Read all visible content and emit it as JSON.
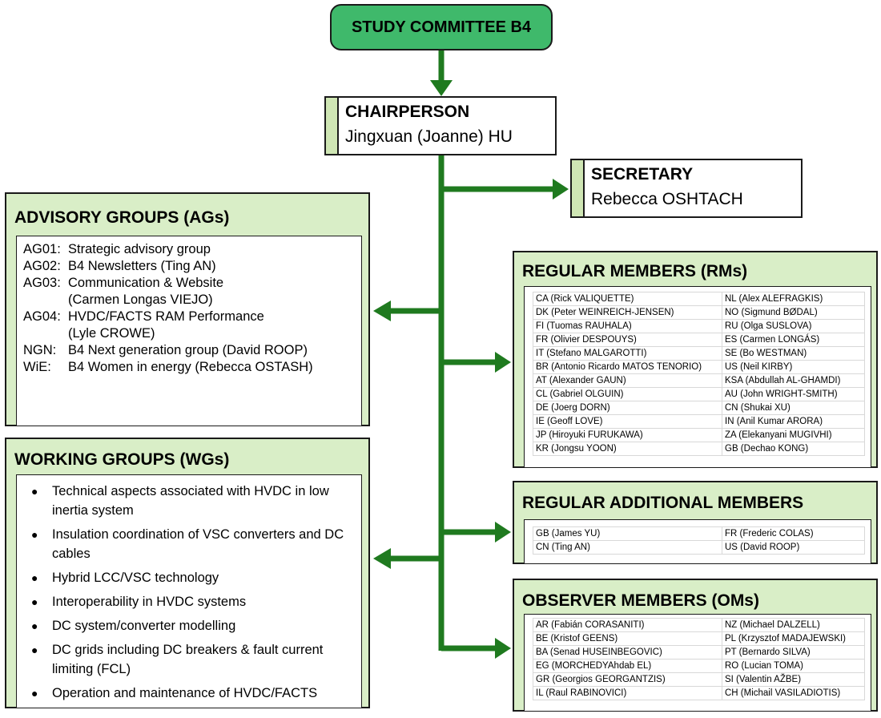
{
  "root": {
    "title": "STUDY COMMITTEE B4"
  },
  "chair": {
    "role": "CHAIRPERSON",
    "name": "Jingxuan (Joanne) HU"
  },
  "secretary": {
    "role": "SECRETARY",
    "name": "Rebecca OSHTACH"
  },
  "advisory": {
    "title": "ADVISORY GROUPS (AGs)",
    "items": [
      {
        "code": "AG01:",
        "text": "Strategic advisory group"
      },
      {
        "code": "AG02:",
        "text": "B4 Newsletters (Ting AN)"
      },
      {
        "code": "AG03:",
        "text": "Communication & Website"
      },
      {
        "code": "",
        "text": "(Carmen Longas VIEJO)"
      },
      {
        "code": "AG04:",
        "text": "HVDC/FACTS RAM Performance"
      },
      {
        "code": "",
        "text": "(Lyle CROWE)"
      },
      {
        "code": "NGN:",
        "text": "B4 Next generation group (David ROOP)"
      },
      {
        "code": "WiE:",
        "text": "B4 Women in energy (Rebecca OSTASH)"
      }
    ]
  },
  "working": {
    "title": "WORKING GROUPS (WGs)",
    "items": [
      "Technical aspects associated with HVDC in low inertia system",
      "Insulation coordination of VSC converters and DC cables",
      "Hybrid LCC/VSC technology",
      "Interoperability in HVDC systems",
      "DC system/converter modelling",
      "DC grids including DC breakers & fault current limiting (FCL)",
      "Operation and maintenance of HVDC/FACTS"
    ]
  },
  "regular": {
    "title": "REGULAR MEMBERS (RMs)",
    "rows": [
      [
        "CA (Rick VALIQUETTE)",
        "NL (Alex ALEFRAGKIS)"
      ],
      [
        "DK (Peter WEINREICH-JENSEN)",
        "NO (Sigmund BØDAL)"
      ],
      [
        "FI (Tuomas RAUHALA)",
        "RU (Olga SUSLOVA)"
      ],
      [
        "FR (Olivier DESPOUYS)",
        "ES (Carmen LONGÁS)"
      ],
      [
        "IT (Stefano MALGAROTTI)",
        "SE (Bo WESTMAN)"
      ],
      [
        "BR (Antonio Ricardo MATOS TENORIO)",
        "US (Neil KIRBY)"
      ],
      [
        "AT (Alexander GAUN)",
        "KSA (Abdullah AL-GHAMDI)"
      ],
      [
        "CL (Gabriel OLGUIN)",
        "AU (John WRIGHT-SMITH)"
      ],
      [
        "DE (Joerg DORN)",
        "CN (Shukai XU)"
      ],
      [
        "IE (Geoff LOVE)",
        "IN (Anil Kumar ARORA)"
      ],
      [
        "JP (Hiroyuki FURUKAWA)",
        "ZA (Elekanyani MUGIVHI)"
      ],
      [
        "KR (Jongsu YOON)",
        "GB (Dechao KONG)"
      ]
    ]
  },
  "additional": {
    "title": "REGULAR ADDITIONAL MEMBERS",
    "rows": [
      [
        "GB (James YU)",
        "FR (Frederic COLAS)"
      ],
      [
        "CN (Ting AN)",
        "US (David ROOP)"
      ]
    ]
  },
  "observer": {
    "title": "OBSERVER MEMBERS (OMs)",
    "rows": [
      [
        "AR (Fabián CORASANITI)",
        "NZ (Michael DALZELL)"
      ],
      [
        "BE (Kristof GEENS)",
        "PL (Krzysztof MADAJEWSKI)"
      ],
      [
        "BA (Senad HUSEINBEGOVIC)",
        "PT (Bernardo SILVA)"
      ],
      [
        "EG (MORCHEDYAhdab EL)",
        "RO (Lucian TOMA)"
      ],
      [
        "GR (Georgios GEORGANTZIS)",
        "SI (Valentin AŽBE)"
      ],
      [
        "IL (Raul RABINOVICI)",
        "CH (Michail VASILADIOTIS)"
      ]
    ]
  },
  "colors": {
    "root_fill": "#3fb96b",
    "panel_fill": "#d9eec7",
    "stripe_fill": "#cfe6b4",
    "connector": "#1f7a1f"
  }
}
